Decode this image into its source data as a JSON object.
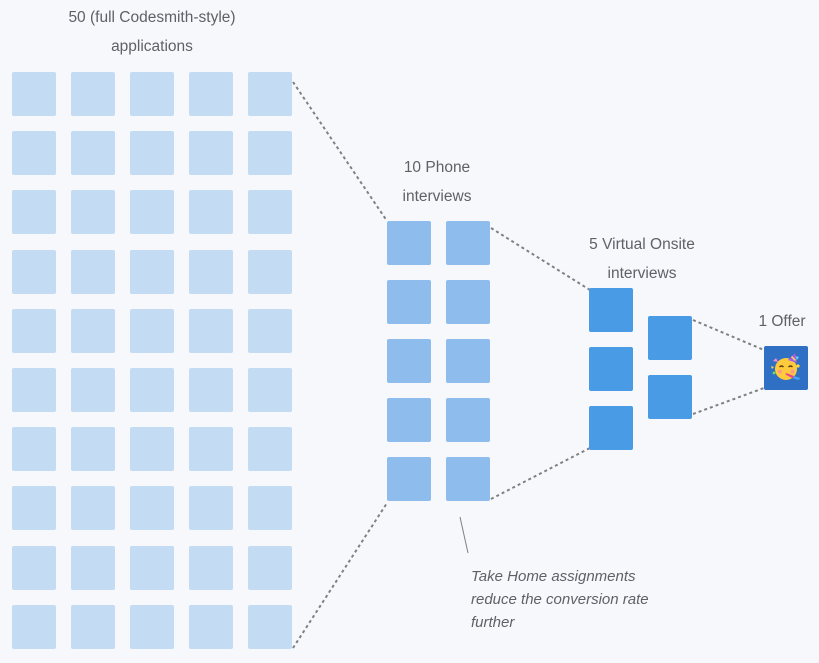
{
  "colors": {
    "applications": "#c3dcf4",
    "phone": "#8ebcec",
    "onsite": "#4a9be6",
    "offer": "#2f6fc4",
    "connector": "#808080",
    "text": "#5f6166"
  },
  "stages": {
    "applications": {
      "label_lines": [
        "50 (full Codesmith-style)",
        "applications"
      ],
      "count": 50
    },
    "phone": {
      "label_lines": [
        "10 Phone",
        "interviews"
      ],
      "count": 10
    },
    "onsite": {
      "label_lines": [
        "5 Virtual Onsite",
        "interviews"
      ],
      "count": 5
    },
    "offer": {
      "label_lines": [
        "1 Offer"
      ],
      "count": 1,
      "icon": "partying-face-emoji-icon"
    }
  },
  "annotation": {
    "lines": [
      "Take Home assignments",
      "reduce the conversion rate",
      "further"
    ]
  }
}
